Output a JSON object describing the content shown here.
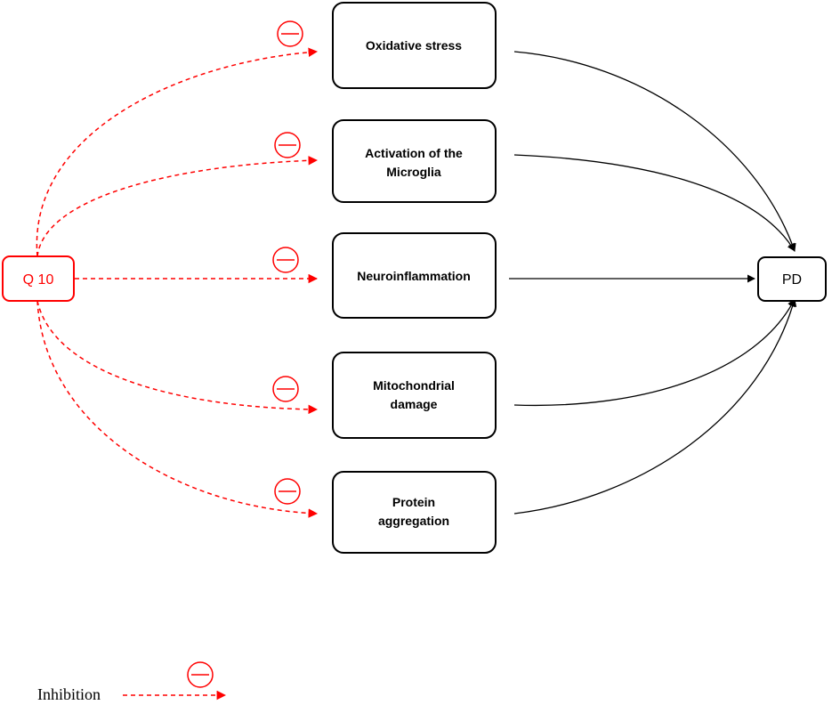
{
  "source_node": {
    "label": "Q 10"
  },
  "target_node": {
    "label": "PD"
  },
  "mechanisms": [
    {
      "lines": [
        "Oxidative stress"
      ]
    },
    {
      "lines": [
        "Activation of the",
        "Microglia"
      ]
    },
    {
      "lines": [
        "Neuroinflammation"
      ]
    },
    {
      "lines": [
        "Mitochondrial",
        "damage"
      ]
    },
    {
      "lines": [
        "Protein",
        "aggregation"
      ]
    }
  ],
  "legend": {
    "label": "Inhibition"
  },
  "colors": {
    "inhibition": "#ff0000",
    "effect": "#000000"
  }
}
